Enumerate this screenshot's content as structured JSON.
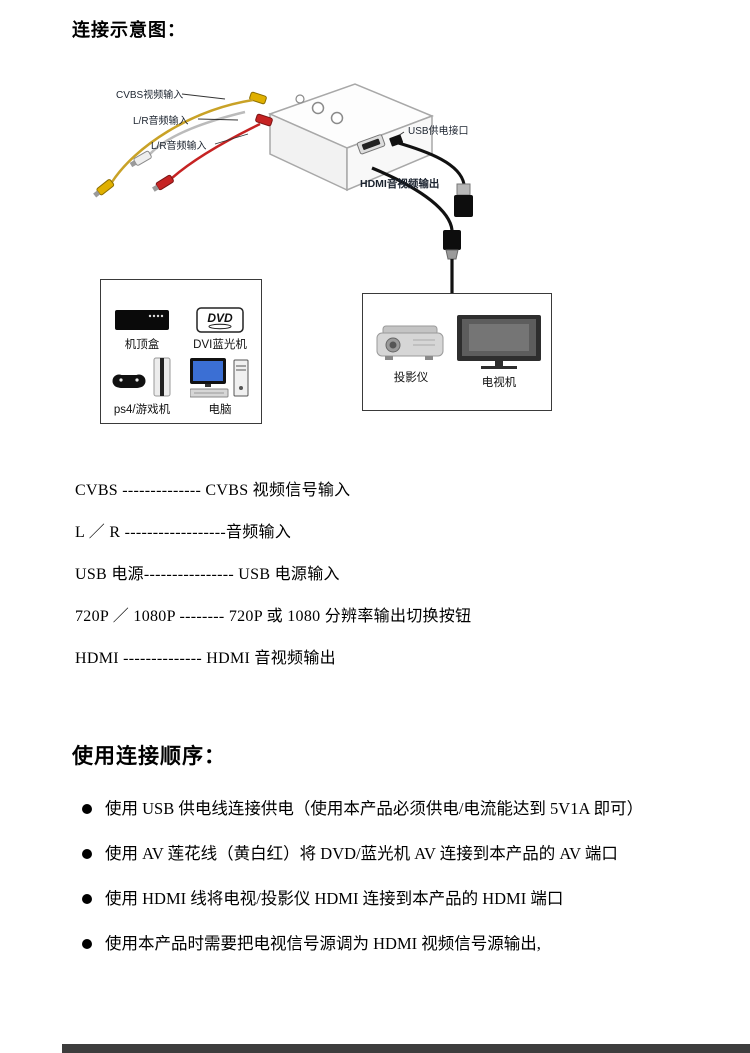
{
  "page": {
    "title": "连接示意图：",
    "usage_heading": "使用连接顺序："
  },
  "diagram": {
    "cable_labels": [
      "CVBS视频输入",
      "L/R音频输入",
      "L/R音频输入"
    ],
    "usb_label": "USB供电接口",
    "hdmi_label": "HDMI音视频输出",
    "source_devices": [
      {
        "label": "机顶盒",
        "icon": "set-top-box-icon"
      },
      {
        "label": "DVI蓝光机",
        "icon": "dvd-player-icon",
        "badge": "DVD"
      },
      {
        "label": "ps4/游戏机",
        "icon": "game-console-icon"
      },
      {
        "label": "电脑",
        "icon": "computer-icon"
      }
    ],
    "output_devices": [
      {
        "label": "投影仪",
        "icon": "projector-icon"
      },
      {
        "label": "电视机",
        "icon": "tv-icon"
      }
    ],
    "accent_colors": {
      "cvbs_yellow": "#e0b000",
      "audio_white": "#e8e8e8",
      "audio_red": "#c62323",
      "cable_black": "#111111"
    }
  },
  "legend": {
    "lines": [
      "CVBS -------------- CVBS 视频信号输入",
      "L ／ R ------------------音频输入",
      "USB 电源---------------- USB 电源输入",
      "720P ／ 1080P -------- 720P 或 1080 分辨率输出切换按钮",
      "HDMI -------------- HDMI 音视频输出"
    ]
  },
  "usage": {
    "bullets": [
      "使用 USB 供电线连接供电（使用本产品必须供电/电流能达到 5V1A 即可）",
      "使用 AV 莲花线（黄白红）将 DVD/蓝光机 AV 连接到本产品的 AV 端口",
      "使用 HDMI 线将电视/投影仪 HDMI 连接到本产品的 HDMI 端口",
      "使用本产品时需要把电视信号源调为 HDMI 视频信号源输出,"
    ]
  }
}
